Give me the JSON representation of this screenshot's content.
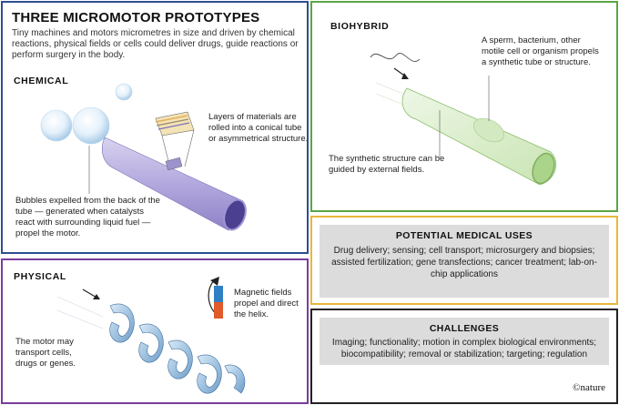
{
  "title": "THREE MICROMOTOR PROTOTYPES",
  "subtitle": "Tiny machines and motors micrometres in size and driven by chemical reactions, physical fields or cells could deliver drugs, guide reactions or perform surgery in the body.",
  "chemical": {
    "heading": "CHEMICAL",
    "layers_caption": "Layers of materials are rolled into a conical tube or asymmetrical structure.",
    "bubbles_caption": "Bubbles expelled from the back of the tube — generated when catalysts react with surrounding liquid fuel — propel the motor."
  },
  "physical": {
    "heading": "PHYSICAL",
    "magnetic_caption": "Magnetic fields propel and direct the helix.",
    "transport_caption": "The motor may transport cells, drugs or genes."
  },
  "biohybrid": {
    "heading": "BIOHYBRID",
    "cell_caption": "A sperm, bacterium, other motile cell or organism propels a synthetic tube or structure.",
    "guided_caption": "The synthetic structure can be guided by external fields."
  },
  "medical_uses": {
    "heading": "POTENTIAL MEDICAL USES",
    "text": "Drug delivery; sensing; cell transport; microsurgery and biopsies; assisted fertilization; gene transfections; cancer treatment; lab-on-chip applications"
  },
  "challenges": {
    "heading": "CHALLENGES",
    "text": "Imaging; functionality; motion in complex biological environments; biocompatibility; removal or stabilization; targeting; regulation"
  },
  "credit": "©nature",
  "colors": {
    "chemical_border": "#2c4f8f",
    "physical_border": "#7a3d9b",
    "biohybrid_border": "#5aa646",
    "medical_border": "#e8b83a",
    "challenges_border": "#222222"
  }
}
